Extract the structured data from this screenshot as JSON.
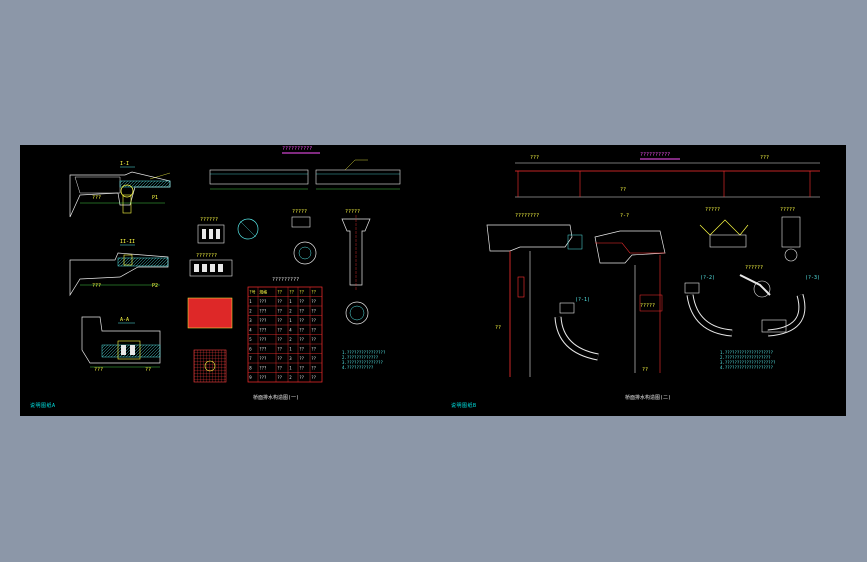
{
  "left_panel": {
    "corner_stamp": "说明图纸A",
    "title_top": "??????????",
    "sheet_title": "桥面排水构造图(一)",
    "section_labels": [
      "I-I",
      "II-II",
      "A-A",
      "??????",
      "?????",
      "???????",
      "?????"
    ],
    "table_title": "?????????",
    "table_headers": [
      "?号",
      "规格",
      "??",
      "??",
      "??",
      "??"
    ],
    "table_rows": [
      [
        "1",
        "???",
        "??",
        "1",
        "??",
        "??"
      ],
      [
        "2",
        "???",
        "??",
        "2",
        "??",
        "??"
      ],
      [
        "3",
        "???",
        "??",
        "1",
        "??",
        "??"
      ],
      [
        "4",
        "???",
        "??",
        "4",
        "??",
        "??"
      ],
      [
        "5",
        "???",
        "??",
        "2",
        "??",
        "??"
      ],
      [
        "6",
        "???",
        "??",
        "1",
        "??",
        "??"
      ],
      [
        "7",
        "???",
        "??",
        "3",
        "??",
        "??"
      ],
      [
        "8",
        "???",
        "??",
        "1",
        "??",
        "??"
      ],
      [
        "9",
        "???",
        "??",
        "2",
        "??",
        "??"
      ]
    ],
    "notes": "1.????????????????\n2.?????????????\n3.???????????????\n4.???????????",
    "dims": [
      "???",
      "???",
      "??",
      "P1",
      "??",
      "???",
      "??",
      "P2"
    ]
  },
  "right_panel": {
    "corner_stamp": "说明图纸B",
    "title_top": "??????????",
    "sheet_title": "桥面排水构造图(二)",
    "section_labels": [
      "????????",
      "?-?",
      "?????",
      "?????",
      "??????"
    ],
    "detail_labels": [
      "(?-1)",
      "(?-2)",
      "(?-3)"
    ],
    "notes": "1.????????????????????\n2.???????????????????\n3.?????????????????????\n4.????????????????????",
    "dims": [
      "???",
      "???",
      "??",
      "??",
      "?????",
      "??"
    ]
  },
  "colors": {
    "paper": "#000000",
    "background": "#8c97a8",
    "line_white": "#e8e8e8",
    "line_yellow": "#ffff44",
    "line_cyan": "#55e6e6",
    "line_red": "#ff3030",
    "line_magenta": "#ff55ff",
    "line_green": "#55ff55"
  }
}
